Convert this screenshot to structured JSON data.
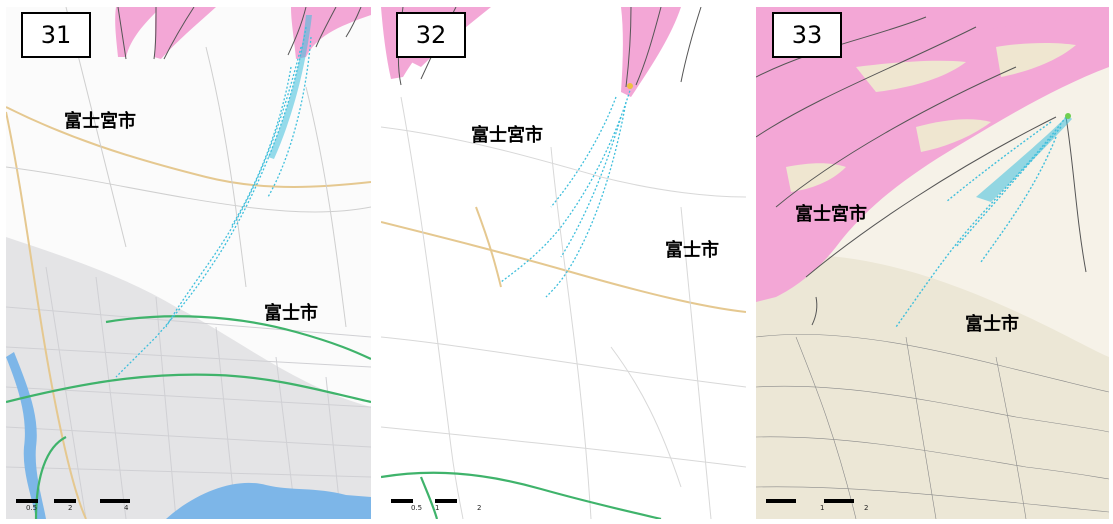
{
  "panels": [
    {
      "number": "31",
      "place_labels": [
        "富士宮市",
        "富士市"
      ],
      "scale_labels": [
        "0.5",
        "2",
        "4"
      ]
    },
    {
      "number": "32",
      "place_labels": [
        "富士宮市",
        "富士市"
      ],
      "scale_labels": [
        "0.5",
        "1",
        "2"
      ]
    },
    {
      "number": "33",
      "place_labels": [
        "富士宮市",
        "富士市"
      ],
      "scale_labels": [
        "1",
        "2"
      ]
    }
  ],
  "colors": {
    "hazard_pink": "#f3a7d6",
    "flow_cyan": "#3fbfdc",
    "expressway_green": "#3fb36b",
    "main_road": "#e5c890",
    "boundary": "#555555",
    "water": "#7db6e8",
    "terrain_tint": "#ece7d6"
  }
}
